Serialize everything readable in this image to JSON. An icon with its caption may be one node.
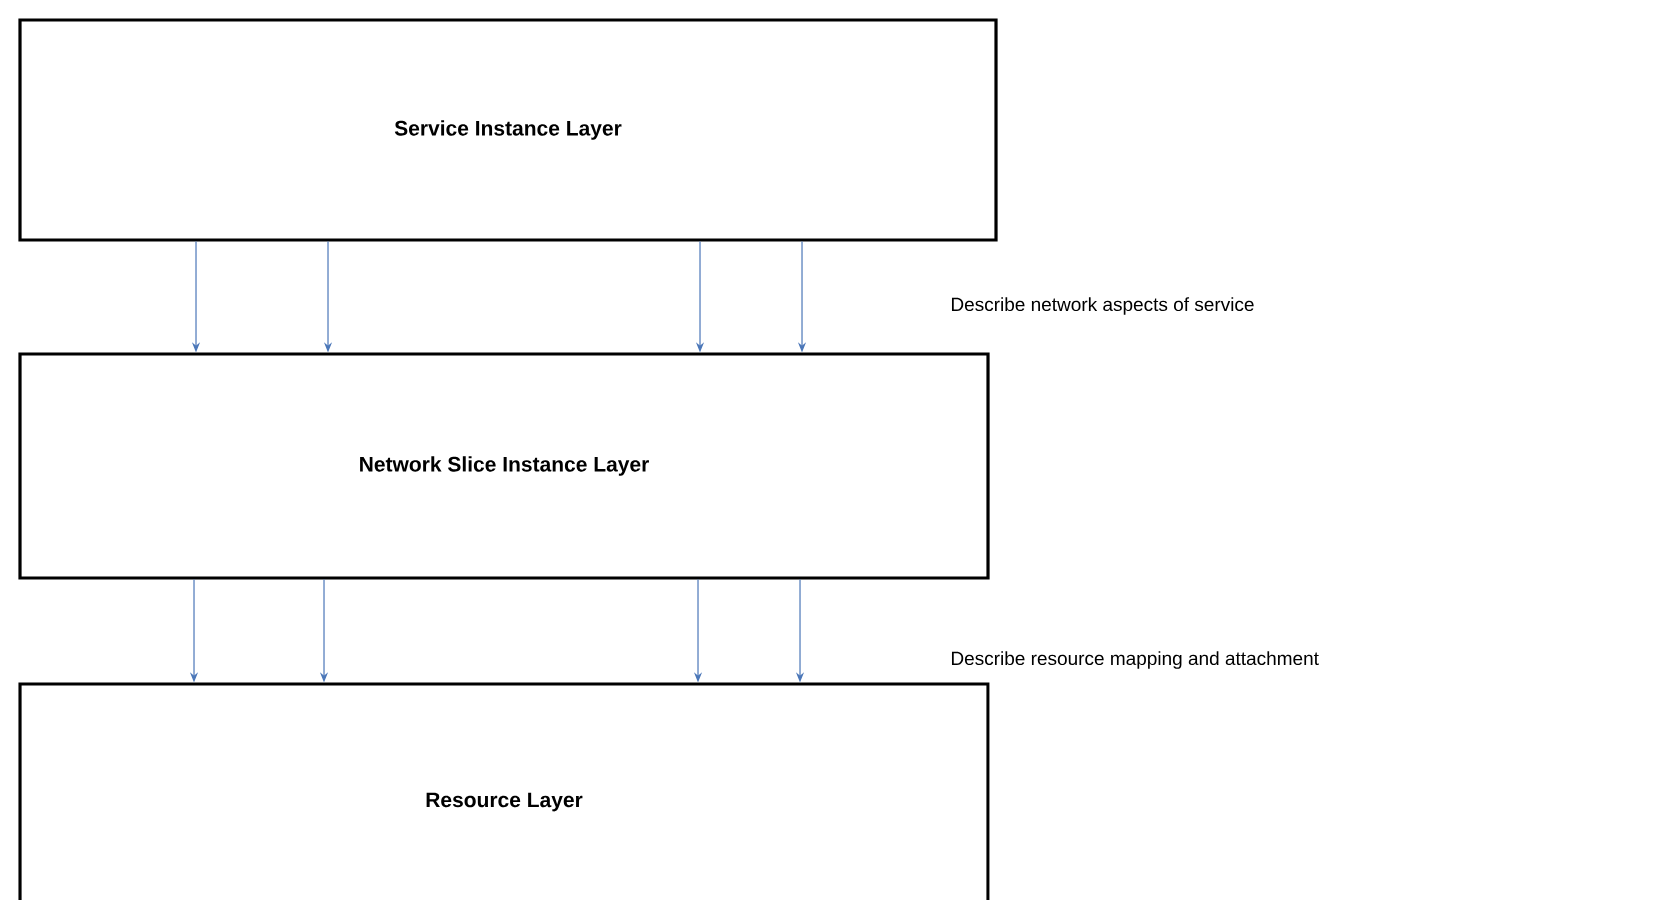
{
  "diagram": {
    "nodes": [
      {
        "text": [
          "Service Instance Layer"
        ]
      },
      {
        "text": [
          "Network Slice Instance Layer"
        ]
      },
      {
        "text": [
          "Resource Layer"
        ]
      }
    ],
    "edges": [
      {
        "from": 0,
        "to": 1,
        "arrow": "to"
      },
      {
        "from": 0,
        "to": 1,
        "arrow": "to"
      },
      {
        "from": 0,
        "to": 1,
        "arrow": "to"
      },
      {
        "from": 0,
        "to": 1,
        "arrow": "to"
      },
      {
        "from": 1,
        "to": 2,
        "arrow": "to"
      },
      {
        "from": 1,
        "to": 2,
        "arrow": "to"
      },
      {
        "from": 1,
        "to": 2,
        "arrow": "to"
      },
      {
        "from": 1,
        "to": 2,
        "arrow": "to"
      }
    ],
    "labels": [
      "Describe network aspects of service",
      "Describe resource mapping and attachment"
    ]
  }
}
